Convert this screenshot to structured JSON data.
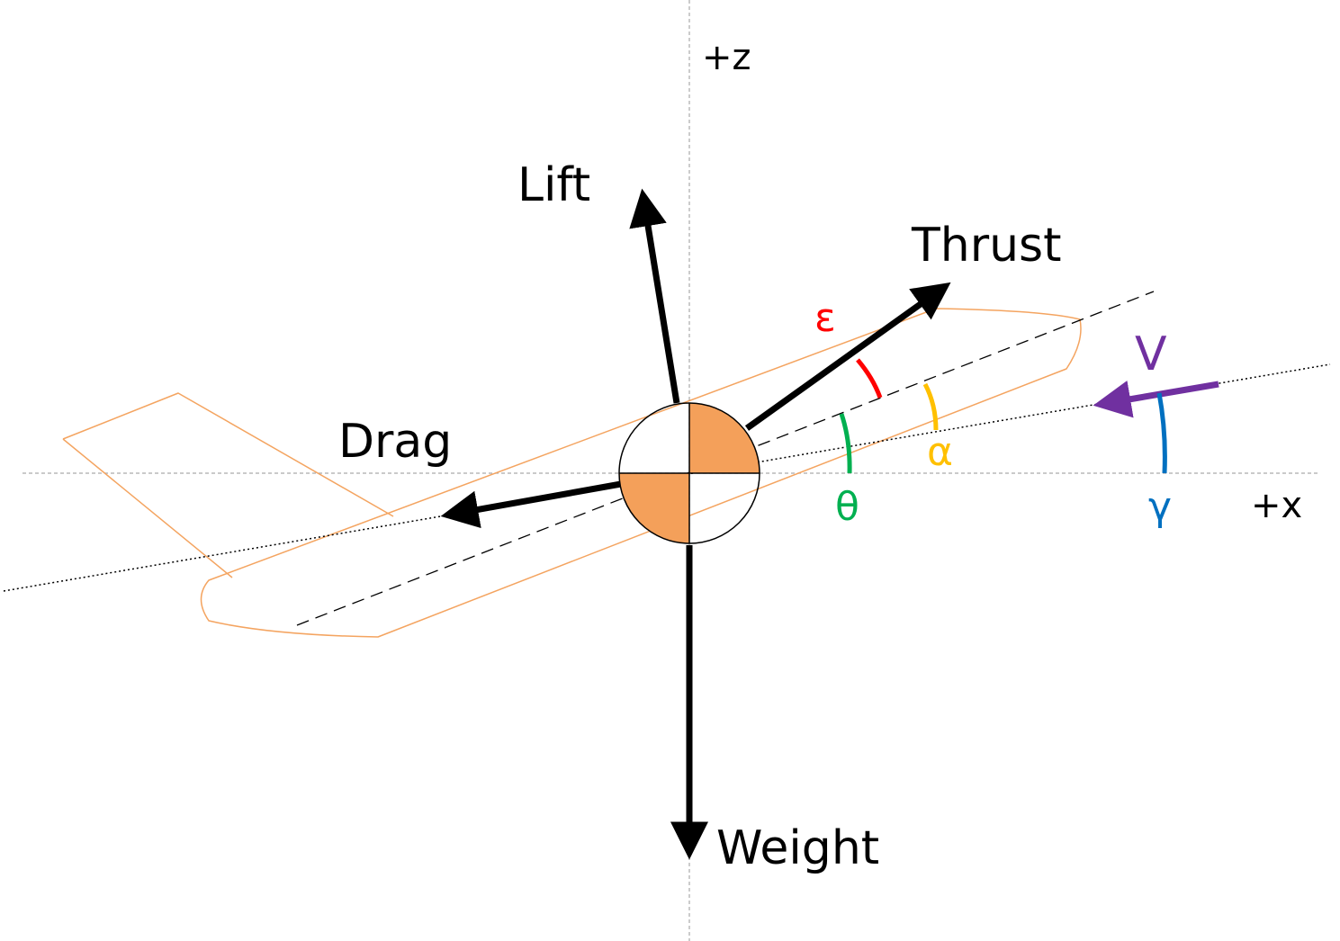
{
  "axes": {
    "z_label": "+z",
    "x_label": "+x"
  },
  "forces": {
    "lift": "Lift",
    "thrust": "Thrust",
    "drag": "Drag",
    "weight": "Weight",
    "velocity": "V"
  },
  "angles": {
    "epsilon": "ε",
    "alpha": "α",
    "theta": "θ",
    "gamma": "γ"
  },
  "colors": {
    "epsilon": "#ff0000",
    "alpha": "#ffc000",
    "theta": "#00b050",
    "gamma": "#0070c0",
    "velocity": "#7030a0",
    "aircraft_outline": "#f4a460",
    "cg_fill": "#f4a05a",
    "forces": "#000000"
  }
}
